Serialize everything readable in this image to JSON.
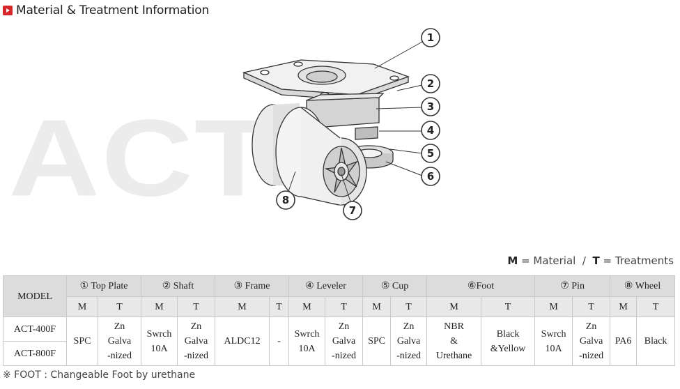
{
  "heading": {
    "title": "Material & Treatment Information"
  },
  "watermark": {
    "text": "ACT"
  },
  "callouts": [
    "1",
    "2",
    "3",
    "4",
    "5",
    "6",
    "7",
    "8"
  ],
  "legend": {
    "m_key": "M",
    "m_text": "= Material",
    "sep": "/",
    "t_key": "T",
    "t_text": "= Treatments"
  },
  "table": {
    "model_header": "MODEL",
    "parts": [
      "① Top Plate",
      "② Shaft",
      "③ Frame",
      "④ Leveler",
      "⑤ Cup",
      "⑥Foot",
      "⑦ Pin",
      "⑧ Wheel"
    ],
    "m_label": "M",
    "t_label": "T",
    "models": [
      "ACT-400F",
      "ACT-800F"
    ],
    "values": {
      "top_plate_m": "SPC",
      "top_plate_t": [
        "Zn",
        "Galva",
        "-nized"
      ],
      "shaft_m": [
        "Swrch",
        "10A"
      ],
      "shaft_t": [
        "Zn",
        "Galva",
        "-nized"
      ],
      "frame_m": "ALDC12",
      "frame_t": "-",
      "leveler_m": [
        "Swrch",
        "10A"
      ],
      "leveler_t": [
        "Zn",
        "Galva",
        "-nized"
      ],
      "cup_m": "SPC",
      "cup_t": [
        "Zn",
        "Galva",
        "-nized"
      ],
      "foot_m": [
        "NBR",
        "&",
        "Urethane"
      ],
      "foot_t": [
        "Black",
        "&Yellow"
      ],
      "pin_m": [
        "Swrch",
        "10A"
      ],
      "pin_t": [
        "Zn",
        "Galva",
        "-nized"
      ],
      "wheel_m": "PA6",
      "wheel_t": "Black"
    }
  },
  "footnote": "※ FOOT : Changeable Foot by urethane"
}
